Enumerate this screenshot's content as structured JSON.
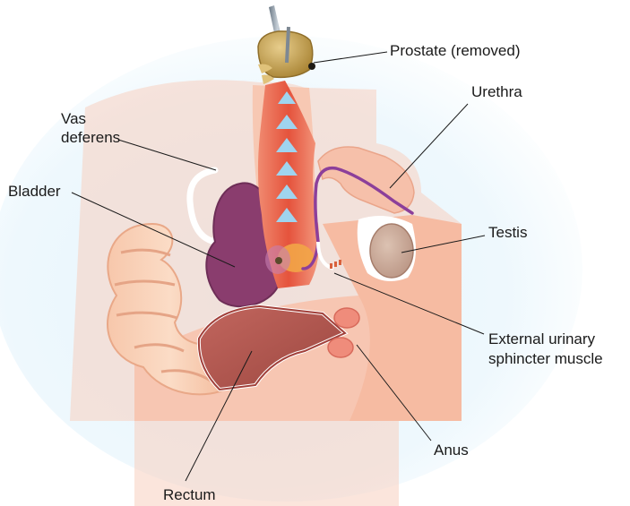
{
  "labels": {
    "prostate": "Prostate (removed)",
    "urethra": "Urethra",
    "vas_line1": "Vas",
    "vas_line2": "deferens",
    "bladder": "Bladder",
    "testis": "Testis",
    "sphincter_line1": "External urinary",
    "sphincter_line2": "sphincter muscle",
    "anus": "Anus",
    "rectum": "Rectum"
  },
  "colors": {
    "skin": "#f6c4b0",
    "skin_dark": "#eba68c",
    "bladder": "#8a3d6e",
    "urethra": "#8c3f9a",
    "muscle": "#e8634b",
    "arrow": "#9fd4ef",
    "prostate": "#c9a457",
    "rectum": "#b5544e",
    "background_glow": "#dff1fb"
  },
  "icons": [
    "surgical-instrument-icon",
    "upward-arrow-icon"
  ]
}
